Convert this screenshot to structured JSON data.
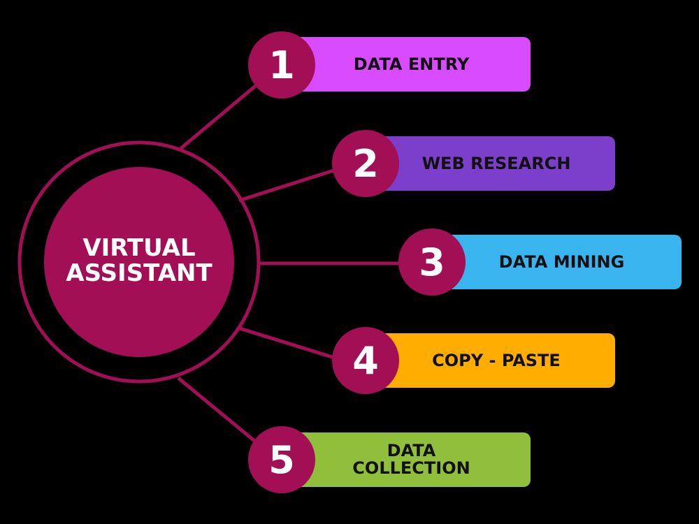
{
  "center": {
    "label": "VIRTUAL\nASSISTANT",
    "color": "#a30f55"
  },
  "connector_color": "#a30f55",
  "items": [
    {
      "number": "1",
      "label": "DATA ENTRY",
      "color": "#d84bff"
    },
    {
      "number": "2",
      "label": "WEB RESEARCH",
      "color": "#7b3fcb"
    },
    {
      "number": "3",
      "label": "DATA MINING",
      "color": "#3ab4ee"
    },
    {
      "number": "4",
      "label": "COPY - PASTE",
      "color": "#ffad00"
    },
    {
      "number": "5",
      "label": "DATA\nCOLLECTION",
      "color": "#8fbf3b"
    }
  ]
}
